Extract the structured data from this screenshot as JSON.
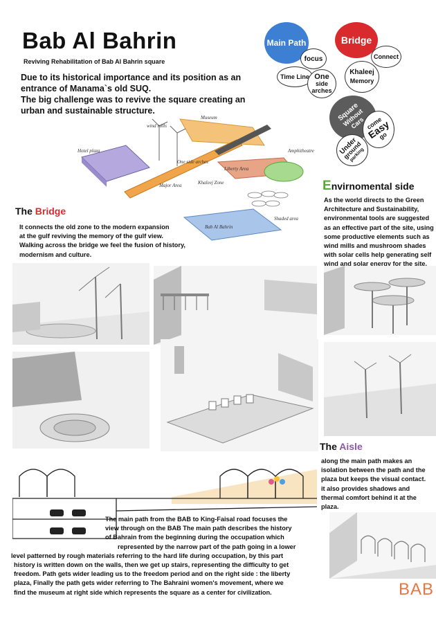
{
  "header": {
    "title": "Bab Al Bahrin",
    "subtitle": "Reviving Rehabilitation of Bab Al Bahrin square"
  },
  "intro_lines": [
    "Due to its historical importance and its position as an",
    "entrance of Manama`s old SUQ.",
    "The big challenge was to revive the square creating an",
    "urban and sustainable structure."
  ],
  "bubbles": {
    "main_path": "Main Path",
    "focus": "focus",
    "time_line": "Time Line",
    "one_side_arches": [
      "One",
      "side",
      "arches"
    ],
    "bridge": "Bridge",
    "connect": "Connect",
    "khaleej_memory": [
      "Khaleej",
      "Memory"
    ],
    "square_without_cars": [
      "Square",
      "Without",
      "Cars"
    ],
    "come_easy_go": [
      "come",
      "Easy",
      "go"
    ],
    "underground_parking": [
      "Under",
      "ground",
      "parking"
    ]
  },
  "plan_labels": {
    "museum": "Museum",
    "wind_mills": "wind mills",
    "hotel_plaza": "Hotel plaza",
    "one_side_arches": "One side arches",
    "liberty_area": "Liberty Area",
    "amphitheatre": "Amphitheatre",
    "major_area": "Major Area",
    "khaleej_zone": "Khaleej Zone",
    "bab_al_bahrin": "Bab Al Bahrin",
    "shaded_area": "Shaded area"
  },
  "bridge_section": {
    "heading_prefix": "The ",
    "heading_highlight": "Bridge",
    "lines": [
      "It connects the old zone to the modern expansion",
      " at the gulf reviving the memory of the gulf view.",
      " Walking across the bridge we feel the fusion of history,",
      "modernism and culture."
    ]
  },
  "environment_section": {
    "heading_initial": "E",
    "heading_rest": "nvirnomental side",
    "lines": [
      "As the world directs to the Green",
      "Architecture and Sustainability,",
      "environmental tools are suggested",
      "as an effective part of the site, using",
      "some productive elements such as",
      "wind mills and mushroom shades",
      "with solar cells help generating self",
      "wind and solar energy for the site."
    ]
  },
  "aisle_section": {
    "heading_prefix": "The ",
    "heading_highlight": "Aisle",
    "lines": [
      "along the main path makes an",
      "isolation between the path and the",
      "plaza but keeps the visual contact.",
      "it also provides shadows and",
      "thermal comfort behind it at the",
      " plaza."
    ]
  },
  "path_description": {
    "lines": [
      "The main path from the BAB to King-Faisal road focuses the",
      " view through   on the BAB The main path describes the history",
      " of Bahrain  from the beginning during the occupation  which",
      "represented by the narrow part of the path going in a lower",
      "level  patterned by rough materials referring to the hard life during occupation, by this part",
      "history is written down on the walls, then we get up stairs, representing the difficulty to get",
      "freedom. Path gets wider leading us to the freedom period and on the right  side : the liberty",
      "plaza, Finally the path  gets wider referring to The Bahraini women's movement, where we",
      "find the museum at  right side which represents the square as a center for civilization."
    ]
  },
  "logo": "BAB",
  "colors": {
    "accent_red": "#d92a2d",
    "accent_blue": "#3d7fd3",
    "accent_purple": "#8a5aa8",
    "accent_green": "#5aa83b",
    "logo_orange": "#e47843"
  }
}
